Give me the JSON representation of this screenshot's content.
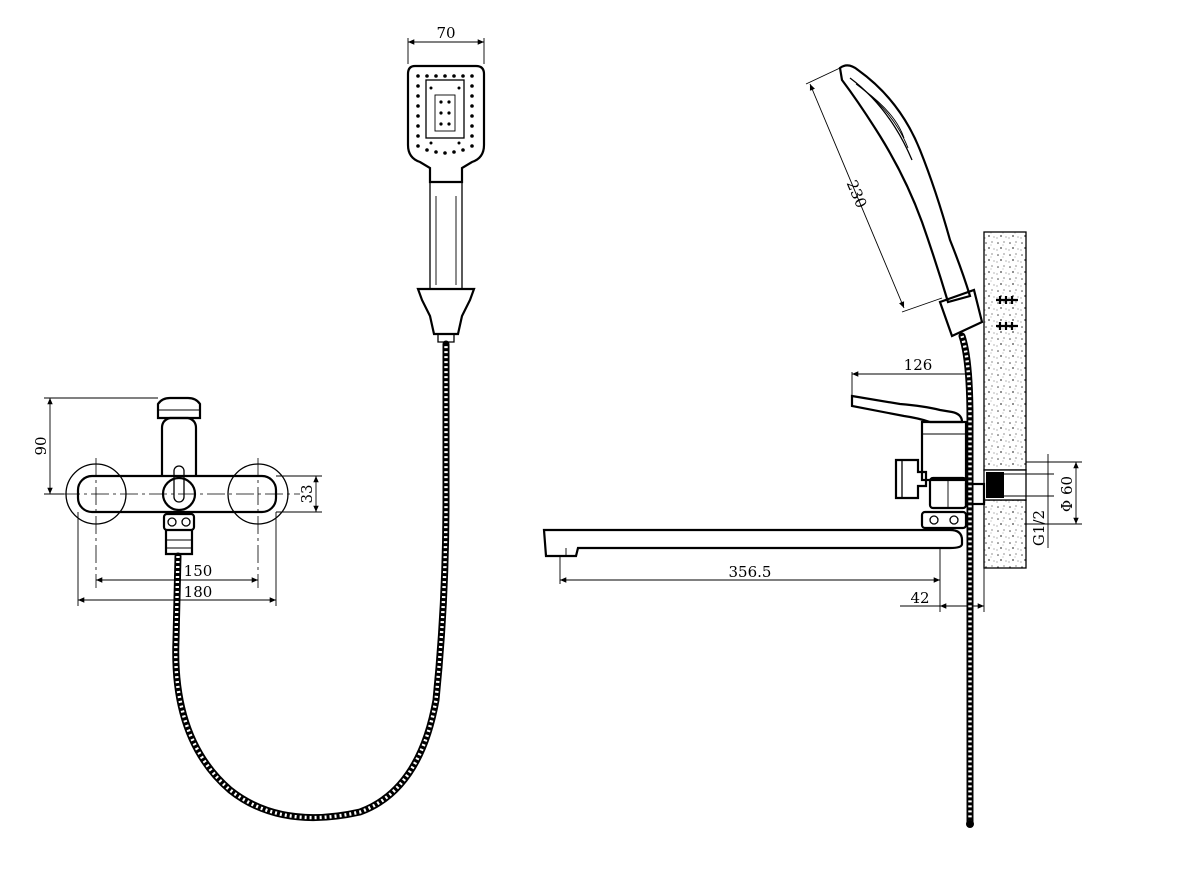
{
  "dimensions": {
    "handshower_width": "70",
    "body_height": "90",
    "inlet_height": "33",
    "centers_distance": "150",
    "overall_width": "180",
    "handshower_length": "230",
    "lever_length": "126",
    "spout_length": "356.5",
    "spout_offset": "42",
    "escutcheon_diameter": "Φ 60",
    "thread_size": "G1/2"
  },
  "colors": {
    "ink": "#000000",
    "paper": "#ffffff"
  }
}
